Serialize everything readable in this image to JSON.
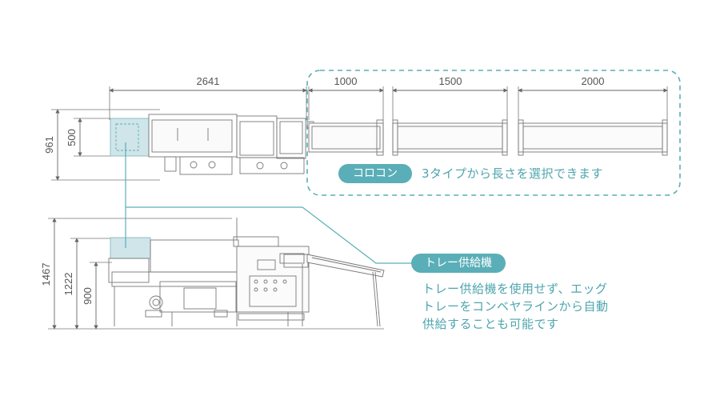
{
  "dimensions": {
    "top_total_width": "2641",
    "conveyor_1": "1000",
    "conveyor_2": "1500",
    "conveyor_3": "2000",
    "top_height_outer": "961",
    "top_height_inner": "500",
    "side_height_total": "1467",
    "side_height_mid": "1222",
    "side_height_low": "900"
  },
  "conveyor_callout": {
    "badge": "コロコン",
    "text": "3タイプから長さを選択できます"
  },
  "tray_callout": {
    "badge": "トレー供給機",
    "lines": [
      "トレー供給機を使用せず、エッグ",
      "トレーをコンベヤラインから自動",
      "供給することも可能です"
    ]
  },
  "colors": {
    "accent": "#5aaeb7",
    "accent_text": "#4fa5ae",
    "tray_fill": "#cfe5ea",
    "line": "#666666"
  }
}
